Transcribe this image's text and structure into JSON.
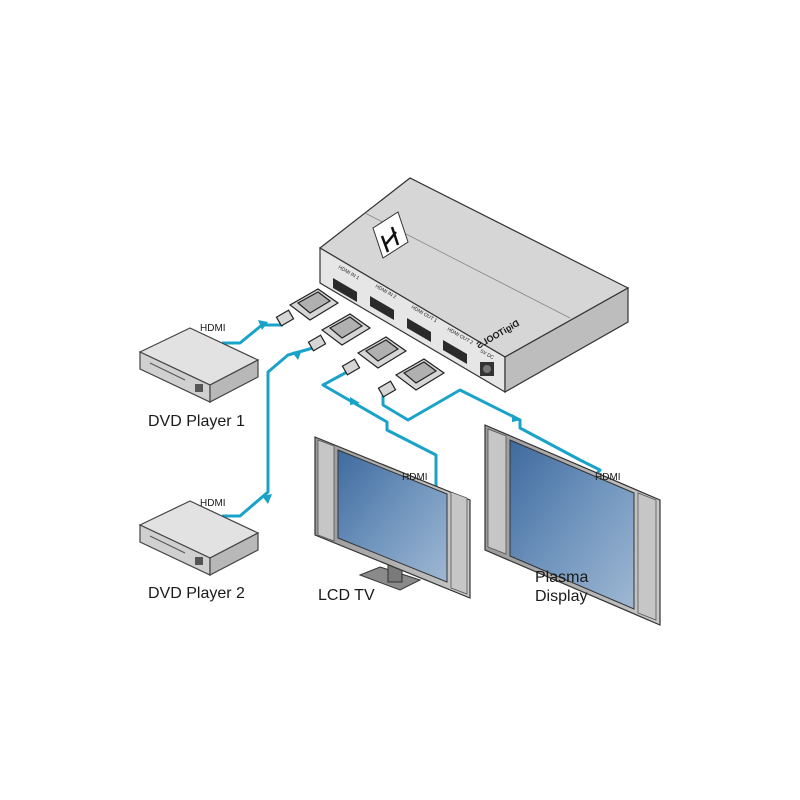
{
  "switcher": {
    "brand": "DigiTOOLS",
    "ports": {
      "in1": "HDMI IN 1",
      "in2": "HDMI IN 2",
      "out1": "HDMI OUT 1",
      "out2": "HDMI OUT 2",
      "power": "5V DC"
    }
  },
  "devices": {
    "dvd1": "DVD Player 1",
    "dvd2": "DVD Player 2",
    "lcd": "LCD TV",
    "plasma_line1": "Plasma",
    "plasma_line2": "Display"
  },
  "cables": {
    "dvd1": "HDMI",
    "dvd2": "HDMI",
    "lcd": "HDMI",
    "plasma": "HDMI"
  },
  "colors": {
    "cable": "#1aa3c8",
    "device_body": "#d4d4d4",
    "screen": "#5a82ad"
  }
}
